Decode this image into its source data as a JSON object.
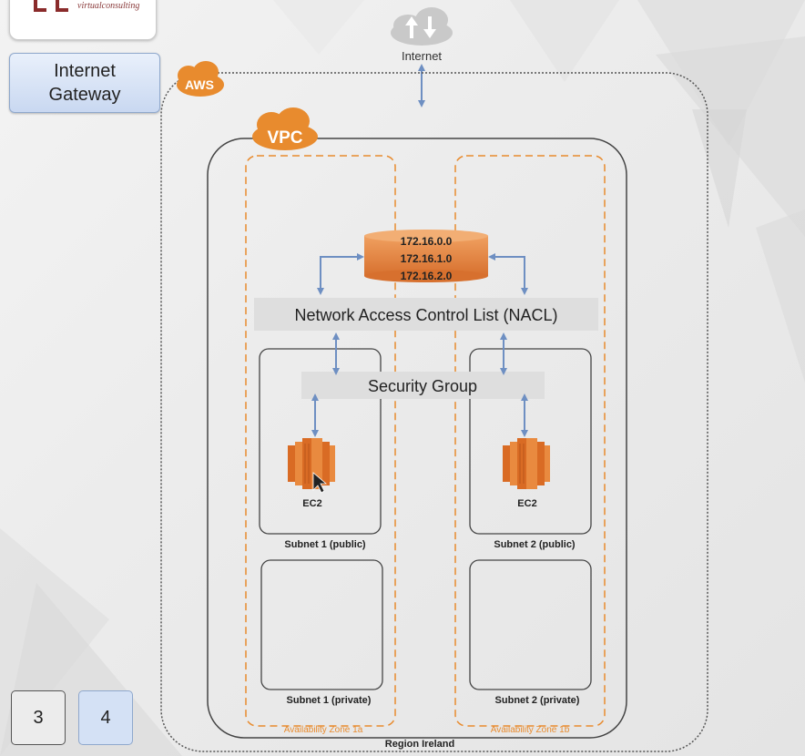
{
  "sidebar": {
    "internet_gateway_button": "Internet\nGateway",
    "logo_text": "virtualconsulting"
  },
  "pager": {
    "page_3": "3",
    "page_4": "4"
  },
  "diagram": {
    "internet_label": "Internet",
    "aws_badge": "AWS",
    "vpc_badge": "VPC",
    "route_table_entries": [
      "172.16.0.0",
      "172.16.1.0",
      "172.16.2.0"
    ],
    "nacl_label": "Network Access Control List (NACL)",
    "security_group_label": "Security Group",
    "ec2_label_1": "EC2",
    "ec2_label_2": "EC2",
    "subnet_1_public": "Subnet 1 (public)",
    "subnet_2_public": "Subnet 2 (public)",
    "subnet_1_private": "Subnet 1 (private)",
    "subnet_2_private": "Subnet 2 (private)",
    "availability_zone_1a": "Availability Zone 1a",
    "availability_zone_1b": "Availability Zone 1b",
    "region_label": "Region Ireland"
  },
  "colors": {
    "aws_orange": "#E88B2E",
    "route_table_orange": "#E07B39",
    "arrow_blue": "#6E8FC2",
    "label_gray": "#DEDEDE"
  }
}
